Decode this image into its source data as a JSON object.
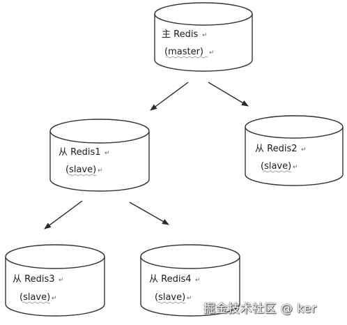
{
  "nodes": [
    {
      "id": "master",
      "line1": "主 Redis",
      "line2": "(master)"
    },
    {
      "id": "redis1",
      "line1": "从 Redis1",
      "line2": "(slave)"
    },
    {
      "id": "redis2",
      "line1": "从 Redis2",
      "line2": "(slave)"
    },
    {
      "id": "redis3",
      "line1": "从 Redis3",
      "line2": "(slave)"
    },
    {
      "id": "redis4",
      "line1": "从 Redis4",
      "line2": "(slave)"
    }
  ],
  "edges": [
    {
      "from": "master",
      "to": "redis1"
    },
    {
      "from": "master",
      "to": "redis2"
    },
    {
      "from": "redis1",
      "to": "redis3"
    },
    {
      "from": "redis1",
      "to": "redis4"
    }
  ],
  "watermark": "掘金技术社区 @ ker"
}
